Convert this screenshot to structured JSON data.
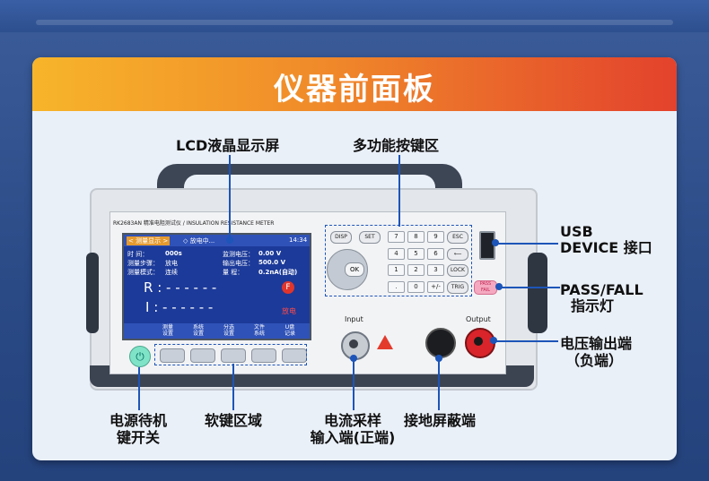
{
  "title": "仪器前面板",
  "callouts": {
    "lcd": "LCD液晶显示屏",
    "keys": "多功能按键区",
    "usb_line1": "USB",
    "usb_line2": "DEVICE 接口",
    "passfail_line1": "PASS/FALL",
    "passfail_line2": "指示灯",
    "vout_line1": "电压输出端",
    "vout_line2": "（负端）",
    "power_line1": "电源待机",
    "power_line2": "键开关",
    "softkeys": "软键区域",
    "cin_line1": "电流采样",
    "cin_line2": "输入端(正端)",
    "ground": "接地屏蔽端"
  },
  "device": {
    "model": "RK2683AN 精准电阻测试仪   / INSULATION RESISTANCE METER",
    "input_label": "Input",
    "output_label": "Output",
    "screen": {
      "mode": "< 测量显示 >",
      "status": "◇ 放电中...",
      "time": "14:34",
      "rows": [
        {
          "k": "时    间：",
          "v": "000s",
          "k2": "监测电压：",
          "v2": "0.00   V"
        },
        {
          "k": "测量步骤：",
          "v": "放电",
          "k2": "输出电压：",
          "v2": "500.0  V"
        },
        {
          "k": "测量模式：",
          "v": "连续",
          "k2": "量      程：",
          "v2": "0.2nA(自动)"
        }
      ],
      "r_line": "R :  - - - - - -",
      "i_line": "I :  - - - - - -",
      "fail_badge": "F",
      "discharge": "放电",
      "softkeys": [
        "测量\n设置",
        "系统\n设置",
        "分选\n设置",
        "文件\n系统",
        "U盘\n记录"
      ]
    },
    "keypad": {
      "disp": "DISP",
      "set": "SET",
      "esc": "ESC",
      "lock": "LOCK",
      "trig": "TRIG",
      "ok": "OK",
      "back": "⟵",
      "digits": [
        "7",
        "8",
        "9",
        "4",
        "5",
        "6",
        "1",
        "2",
        "3",
        ".",
        "0",
        "+/-"
      ]
    },
    "passfail_led": "PASS\nFAIL",
    "power_symbol": "⏻"
  },
  "colors": {
    "accent": "#1d55b8",
    "banner_start": "#f7b52a",
    "banner_end": "#e3422c",
    "lcd_bg": "#1c3a99"
  }
}
